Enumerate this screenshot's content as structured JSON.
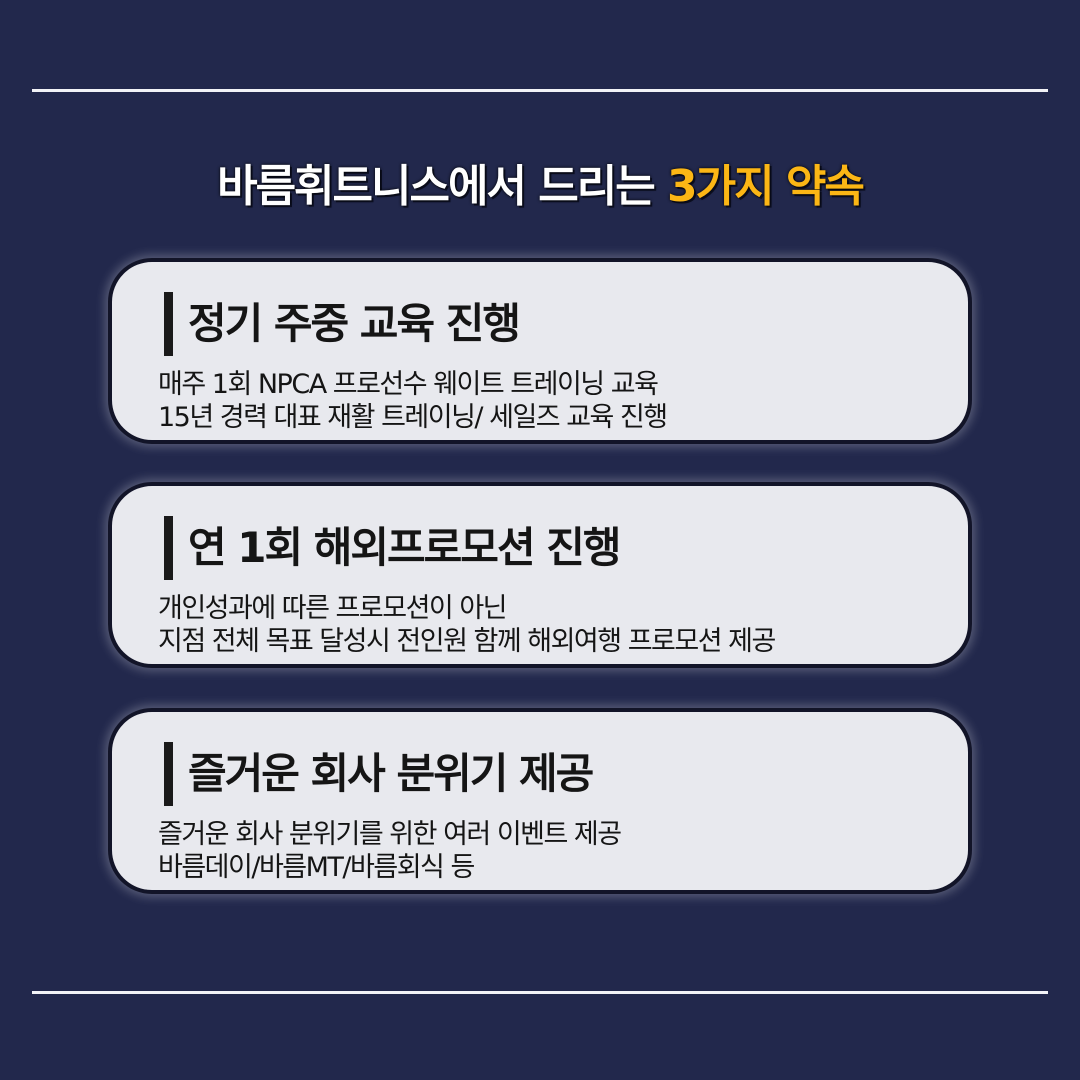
{
  "header": {
    "title_main": "바름휘트니스에서 드리는",
    "title_accent": "3가지 약속",
    "accent_color": "#fbb615"
  },
  "colors": {
    "background": "#22284c",
    "card": "#e8e9ee",
    "rule": "#f2f3f7"
  },
  "promises": [
    {
      "title": "정기 주중 교육 진행",
      "lines": [
        "매주 1회 NPCA 프로선수 웨이트 트레이닝 교육",
        "15년 경력 대표 재활 트레이닝/ 세일즈 교육 진행"
      ]
    },
    {
      "title": "연 1회 해외프로모션 진행",
      "lines": [
        "개인성과에 따른 프로모션이 아닌",
        "지점 전체 목표 달성시 전인원 함께 해외여행 프로모션 제공"
      ]
    },
    {
      "title": "즐거운 회사 분위기 제공",
      "lines": [
        "즐거운 회사 분위기를 위한 여러 이벤트 제공",
        "바름데이/바름MT/바름회식 등"
      ]
    }
  ]
}
